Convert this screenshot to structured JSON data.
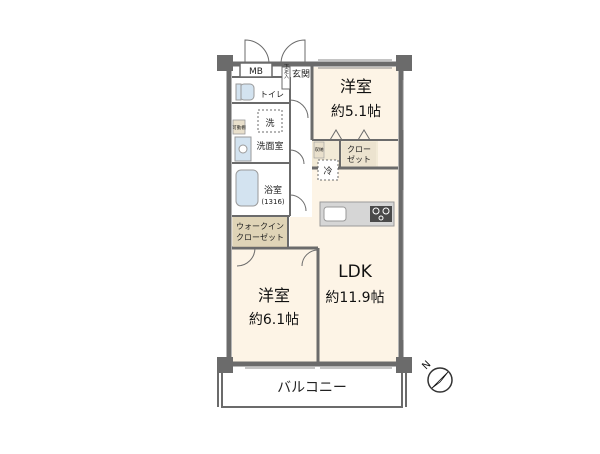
{
  "rooms": {
    "western_room_1": {
      "name": "洋室",
      "size": "約5.1帖"
    },
    "western_room_2": {
      "name": "洋室",
      "size": "約6.1帖"
    },
    "ldk": {
      "name": "LDK",
      "size": "約11.9帖"
    },
    "bathroom": {
      "name": "浴室",
      "size": "(1316)"
    },
    "washroom": {
      "name": "洗面室"
    },
    "toilet": {
      "name": "トイレ"
    },
    "entrance": {
      "name": "玄関"
    },
    "walk_in_closet": {
      "line1": "ウォークイン",
      "line2": "クローゼット"
    },
    "closet": {
      "line1": "クロー",
      "line2": "ゼット"
    },
    "balcony": {
      "name": "バルコニー"
    }
  },
  "fixtures": {
    "mb": "MB",
    "shoe_box": "下足入",
    "washer": "洗",
    "fridge": "冷",
    "storage": "可動棚",
    "shelf": "収納"
  },
  "compass": {
    "label": "N"
  },
  "colors": {
    "wall": "#6b6b6b",
    "room_floor": "#fdf4e6",
    "wet_floor": "#ffffff",
    "closet_floor": "#e9e0cc",
    "wic_fill": "#d8cba8",
    "fixture": "#b9b9b9",
    "fixture_fill": "#d3e3f0",
    "kitchen": "#c8c8c8"
  }
}
